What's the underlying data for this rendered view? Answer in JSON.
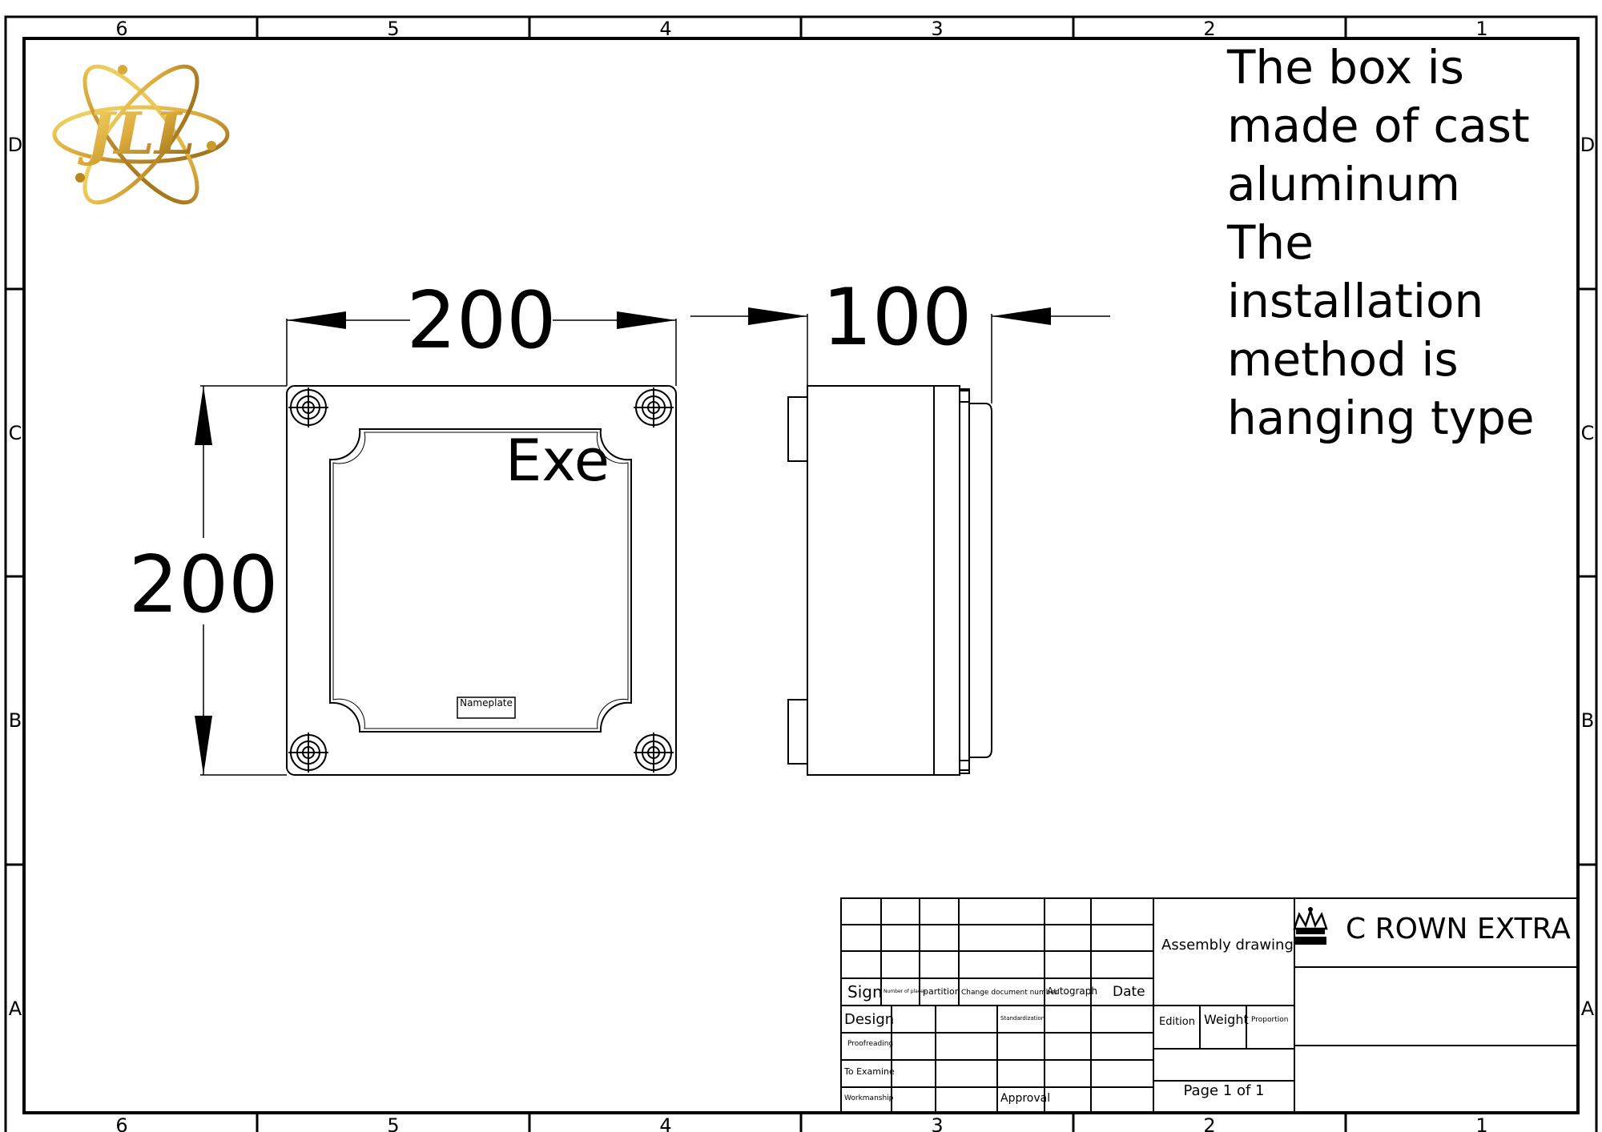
{
  "colors": {
    "line": "#000000",
    "background": "#ffffff",
    "logo_gold_light": "#f3d25c",
    "logo_gold_dark": "#9a6b14"
  },
  "frame": {
    "columns_top": [
      "6",
      "5",
      "4",
      "3",
      "2",
      "1"
    ],
    "columns_bottom": [
      "6",
      "5",
      "4",
      "3",
      "2",
      "1"
    ],
    "rows_left": [
      "D",
      "C",
      "B",
      "A"
    ],
    "rows_right": [
      "D",
      "C",
      "B",
      "A"
    ]
  },
  "logo": {
    "text": "JLL",
    "icon": "atom-orbit-logo-icon"
  },
  "notes": {
    "lines": [
      "The box is",
      "made of cast",
      "aluminum",
      "The",
      "installation",
      "method is",
      "hanging type"
    ]
  },
  "dimensions": {
    "front_width": "200",
    "front_height": "200",
    "side_depth": "100"
  },
  "front_view": {
    "marking": "Exe",
    "nameplate": "Nameplate"
  },
  "title_block": {
    "sign": "Sign",
    "number_of_places": "Number of places",
    "partition": "partition",
    "change_document_number": "Change document number",
    "autograph": "Autograph",
    "date": "Date",
    "design": "Design",
    "standardization": "Standardization",
    "proofreading": "Proofreading",
    "to_examine": "To Examine",
    "workmanship": "Workmanship",
    "approval": "Approval",
    "drawing_name": "Assembly drawing",
    "edition": "Edition",
    "weight": "Weight",
    "proportion": "Proportion",
    "page": "Page 1 of 1",
    "company": "C ROWN EXTRA",
    "company_icon": "crown-logo-icon"
  }
}
